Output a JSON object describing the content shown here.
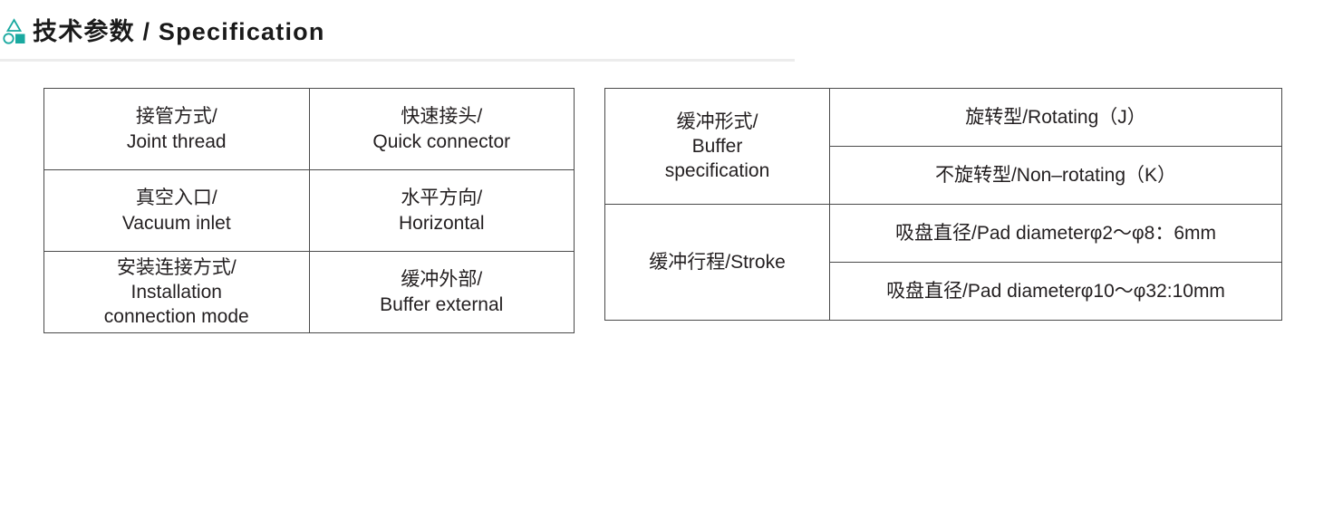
{
  "header": {
    "title": "技术参数 / Specification",
    "icon": "shapes-icon",
    "icon_color": "#1aa9a0",
    "rule_color": "#ececec"
  },
  "tables": {
    "left": {
      "name": "connection-spec-table",
      "rows": [
        {
          "label_lines": [
            "接管方式/",
            "Joint thread"
          ],
          "value_lines": [
            "快速接头/",
            "Quick connector"
          ]
        },
        {
          "label_lines": [
            "真空入口/",
            "Vacuum inlet"
          ],
          "value_lines": [
            "水平方向/",
            "Horizontal"
          ]
        },
        {
          "label_lines": [
            "安装连接方式/",
            "Installation",
            "connection mode"
          ],
          "value_lines": [
            "缓冲外部/",
            "Buffer external"
          ]
        }
      ]
    },
    "right": {
      "name": "buffer-spec-table",
      "groups": [
        {
          "label_lines": [
            "缓冲形式/",
            "Buffer",
            "specification"
          ],
          "values": [
            "旋转型/Rotating（J）",
            "不旋转型/Non–rotating（K）"
          ]
        },
        {
          "label_lines": [
            "缓冲行程/Stroke"
          ],
          "values": [
            "吸盘直径/Pad diameterφ2～φ8：6mm",
            "吸盘直径/Pad diameterφ10～φ32:10mm"
          ]
        }
      ]
    }
  }
}
